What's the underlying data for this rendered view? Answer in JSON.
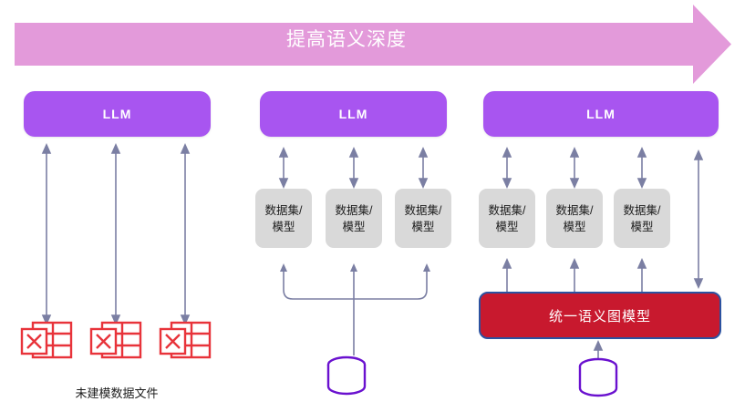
{
  "header": {
    "title": "提高语义深度",
    "arrow_color": "#e39ada"
  },
  "colors": {
    "llm_purple": "#a855f0",
    "dataset_gray": "#d9d9d9",
    "unified_red": "#c8192e",
    "unified_border_blue": "#2c52a0",
    "connector_gray": "#7b7fa3",
    "excel_red": "#e8333a",
    "database_purple": "#6a11cf"
  },
  "columns": [
    {
      "name": "column-unmodeled-files",
      "llm_label": "LLM",
      "datasets": [],
      "files": [
        {
          "icon": "excel-file-icon"
        },
        {
          "icon": "excel-file-icon"
        },
        {
          "icon": "excel-file-icon"
        }
      ],
      "caption": "未建模数据文件",
      "database": null,
      "unified_model": null
    },
    {
      "name": "column-datasets-with-database",
      "llm_label": "LLM",
      "datasets": [
        {
          "line1": "数据集/",
          "line2": "模型"
        },
        {
          "line1": "数据集/",
          "line2": "模型"
        },
        {
          "line1": "数据集/",
          "line2": "模型"
        }
      ],
      "files": [],
      "caption": "",
      "database": {
        "icon": "database-cylinder-icon"
      },
      "unified_model": null
    },
    {
      "name": "column-unified-semantic-graph",
      "llm_label": "LLM",
      "datasets": [
        {
          "line1": "数据集/",
          "line2": "模型"
        },
        {
          "line1": "数据集/",
          "line2": "模型"
        },
        {
          "line1": "数据集/",
          "line2": "模型"
        }
      ],
      "files": [],
      "caption": "",
      "database": {
        "icon": "database-cylinder-icon"
      },
      "unified_model": {
        "label": "统一语义图模型"
      }
    }
  ]
}
